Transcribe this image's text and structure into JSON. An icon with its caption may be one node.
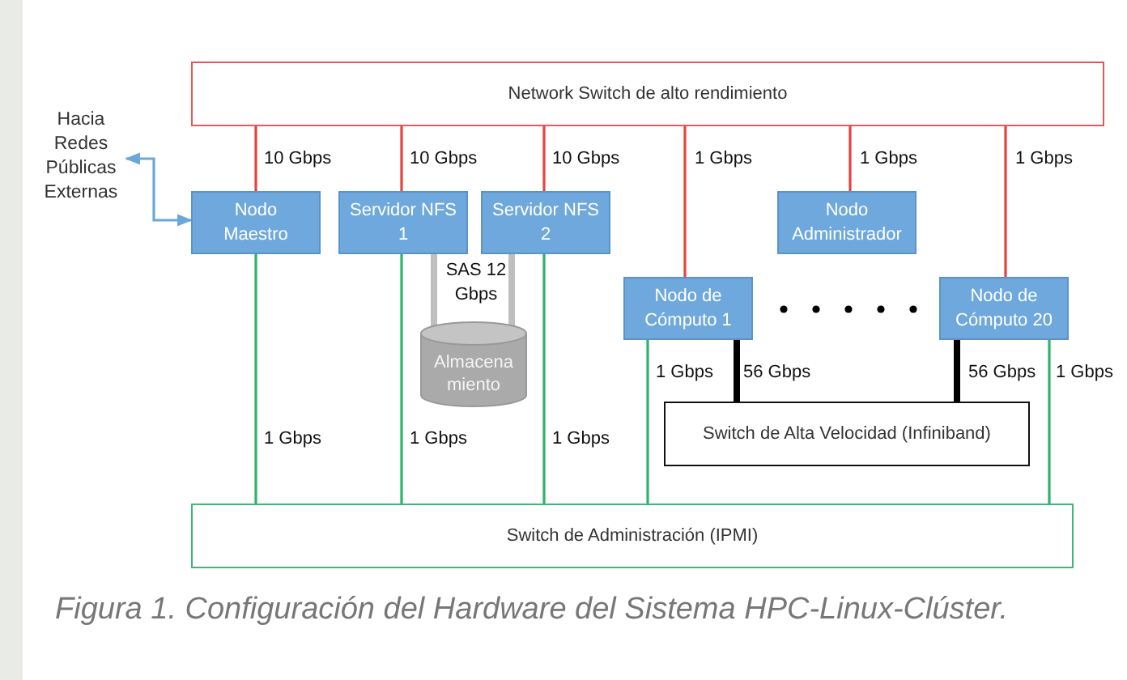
{
  "diagram": {
    "caption": "Figura 1. Configuración del Hardware del Sistema HPC-Linux-Clúster.",
    "nodes": [
      {
        "text": [
          "Network Switch de alto rendimiento"
        ]
      },
      {
        "text": [
          "Hacia Redes Públicas Externas"
        ]
      },
      {
        "text": [
          "Nodo Maestro"
        ]
      },
      {
        "text": [
          "Servidor NFS 1"
        ]
      },
      {
        "text": [
          "Servidor NFS 2"
        ]
      },
      {
        "text": [
          "Nodo Administrador"
        ]
      },
      {
        "text": [
          "Almacena miento"
        ]
      },
      {
        "text": [
          "Nodo de Cómputo 1"
        ]
      },
      {
        "text": [
          "Nodo de Cómputo 20"
        ]
      },
      {
        "text": [
          "Switch de Alta Velocidad (Infiniband)"
        ]
      },
      {
        "text": [
          "Switch de Administración (IPMI)"
        ]
      }
    ],
    "edges": [
      {
        "from": 0,
        "to": 2,
        "arrow": "none",
        "label": "10 Gbps",
        "color": "#e8413c"
      },
      {
        "from": 0,
        "to": 3,
        "arrow": "none",
        "label": "10 Gbps",
        "color": "#e8413c"
      },
      {
        "from": 0,
        "to": 4,
        "arrow": "none",
        "label": "10 Gbps",
        "color": "#e8413c"
      },
      {
        "from": 0,
        "to": 7,
        "arrow": "none",
        "label": "1 Gbps",
        "color": "#e8413c"
      },
      {
        "from": 0,
        "to": 5,
        "arrow": "none",
        "label": "1 Gbps",
        "color": "#e8413c"
      },
      {
        "from": 0,
        "to": 8,
        "arrow": "none",
        "label": "1 Gbps",
        "color": "#e8413c"
      },
      {
        "from": 1,
        "to": 2,
        "arrow": "both",
        "color": "#6aa7dc"
      },
      {
        "from": 3,
        "to": 6,
        "arrow": "none",
        "style": "thick",
        "color": "#bfbfbf"
      },
      {
        "from": 4,
        "to": 6,
        "arrow": "none",
        "style": "thick",
        "color": "#bfbfbf"
      },
      {
        "from": 7,
        "to": 9,
        "arrow": "none",
        "label": "56 Gbps",
        "style": "thick",
        "color": "#000000"
      },
      {
        "from": 8,
        "to": 9,
        "arrow": "none",
        "label": "56 Gbps",
        "style": "thick",
        "color": "#000000"
      },
      {
        "from": 2,
        "to": 10,
        "arrow": "none",
        "label": "1 Gbps",
        "color": "#2db36b"
      },
      {
        "from": 3,
        "to": 10,
        "arrow": "none",
        "label": "1 Gbps",
        "color": "#2db36b"
      },
      {
        "from": 4,
        "to": 10,
        "arrow": "none",
        "label": "1 Gbps",
        "color": "#2db36b"
      },
      {
        "from": 7,
        "to": 10,
        "arrow": "none",
        "label": "1 Gbps",
        "color": "#2db36b"
      },
      {
        "from": 8,
        "to": 10,
        "arrow": "none",
        "label": "1 Gbps",
        "color": "#2db36b"
      }
    ],
    "labels": [
      "SAS 12 Gbps"
    ]
  }
}
